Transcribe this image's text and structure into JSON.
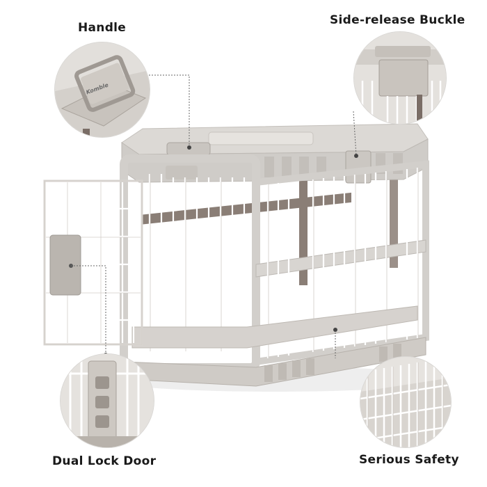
{
  "callouts": {
    "handle": "Handle",
    "buckle": "Side-release Buckle",
    "lock": "Dual Lock Door",
    "safety": "Serious Safety"
  },
  "brand_mark": "Komble",
  "colors": {
    "plastic": "#d6d3cf",
    "plastic_shadow": "#b9b5b0",
    "wire": "#ffffff",
    "wire_outline": "#cfcac5",
    "dark_bar": "#7a6d66",
    "leader_line": "#666666"
  },
  "icons": [
    "handle-detail",
    "buckle-detail",
    "lock-detail",
    "grid-detail"
  ]
}
